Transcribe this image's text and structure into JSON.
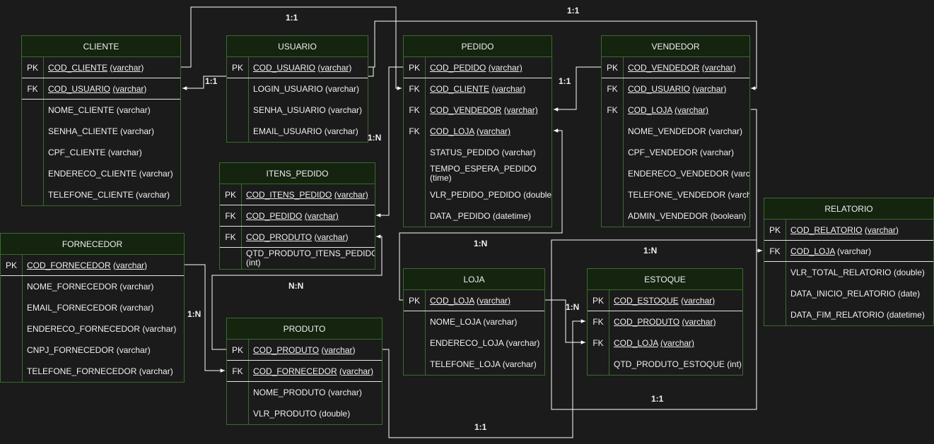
{
  "tables": {
    "cliente": {
      "title": "CLIENTE",
      "rows": [
        {
          "key": "PK",
          "name": "COD_CLIENTE",
          "type": "(varchar)",
          "pk": true
        },
        {
          "key": "FK",
          "name": "COD_USUARIO",
          "type": "(varchar)",
          "pk": true
        },
        {
          "key": "",
          "name": "NOME_CLIENTE",
          "type": "(varchar)"
        },
        {
          "key": "",
          "name": "SENHA_CLIENTE",
          "type": "(varchar)"
        },
        {
          "key": "",
          "name": "CPF_CLIENTE",
          "type": "(varchar)"
        },
        {
          "key": "",
          "name": "ENDERECO_CLIENTE",
          "type": "(varchar)"
        },
        {
          "key": "",
          "name": "TELEFONE_CLIENTE",
          "type": "(varchar)"
        }
      ]
    },
    "usuario": {
      "title": "USUARIO",
      "rows": [
        {
          "key": "PK",
          "name": "COD_USUARIO",
          "type": "(varchar)",
          "pk": true
        },
        {
          "key": "",
          "name": "LOGIN_USUARIO",
          "type": "(varchar)"
        },
        {
          "key": "",
          "name": "SENHA_USUARIO",
          "type": "(varchar)"
        },
        {
          "key": "",
          "name": "EMAIL_USUARIO",
          "type": "(varchar)"
        }
      ]
    },
    "pedido": {
      "title": "PEDIDO",
      "rows": [
        {
          "key": "PK",
          "name": "COD_PEDIDO",
          "type": "(varchar)",
          "pk": true
        },
        {
          "key": "FK",
          "name": "COD_CLIENTE",
          "type": "(varchar)",
          "pk": true
        },
        {
          "key": "FK",
          "name": "COD_VENDEDOR",
          "type": "(varchar)",
          "pk": true
        },
        {
          "key": "FK",
          "name": "COD_LOJA",
          "type": "(varchar)",
          "pk": true
        },
        {
          "key": "",
          "name": "STATUS_PEDIDO",
          "type": "(varchar)"
        },
        {
          "key": "",
          "name": "TEMPO_ESPERA_PEDIDO",
          "type": "(time)"
        },
        {
          "key": "",
          "name": "VLR_PEDIDO_PEDIDO",
          "type": "(double)"
        },
        {
          "key": "",
          "name": "DATA _PEDIDO",
          "type": "(datetime)"
        }
      ]
    },
    "vendedor": {
      "title": "VENDEDOR",
      "rows": [
        {
          "key": "PK",
          "name": "COD_VENDEDOR",
          "type": "(varchar)",
          "pk": true
        },
        {
          "key": "FK",
          "name": "COD_USUARIO",
          "type": "(varchar)",
          "pk": true
        },
        {
          "key": "FK",
          "name": "COD_LOJA",
          "type": "(varchar)",
          "pk": true
        },
        {
          "key": "",
          "name": "NOME_VENDEDOR",
          "type": "(varchar)"
        },
        {
          "key": "",
          "name": "CPF_VENDEDOR",
          "type": "(varchar)"
        },
        {
          "key": "",
          "name": "ENDERECO_VENDEDOR",
          "type": "(varchar)"
        },
        {
          "key": "",
          "name": "TELEFONE_VENDEDOR",
          "type": "(varchar)"
        },
        {
          "key": "",
          "name": "ADMIN_VENDEDOR",
          "type": "(boolean)"
        }
      ]
    },
    "itens_pedido": {
      "title": "ITENS_PEDIDO",
      "rows": [
        {
          "key": "PK",
          "name": "COD_ITENS_PEDIDO",
          "type": "(varchar)",
          "pk": true
        },
        {
          "key": "FK",
          "name": "COD_PEDIDO",
          "type": "(varchar)",
          "pk": true
        },
        {
          "key": "FK",
          "name": "COD_PRODUTO",
          "type": "(varchar)",
          "pk": true
        },
        {
          "key": "",
          "name": "QTD_PRODUTO_ITENS_PEDIDO",
          "type": "(int)"
        }
      ]
    },
    "relatorio": {
      "title": "RELATORIO",
      "rows": [
        {
          "key": "PK",
          "name": "COD_RELATORIO",
          "type": "(varchar)",
          "pk": true
        },
        {
          "key": "FK",
          "name": "COD_LOJA",
          "type": "(varchar)",
          "pk": true,
          "type_plain": true
        },
        {
          "key": "",
          "name": "VLR_TOTAL_RELATORIO",
          "type": "(double)"
        },
        {
          "key": "",
          "name": "DATA_INICIO_RELATORIO",
          "type": "(date)"
        },
        {
          "key": "",
          "name": "DATA_FIM_RELATORIO",
          "type": "(datetime)"
        }
      ]
    },
    "fornecedor": {
      "title": "FORNECEDOR",
      "rows": [
        {
          "key": "PK",
          "name": "COD_FORNECEDOR",
          "type": "(varchar)",
          "pk": true
        },
        {
          "key": "",
          "name": "NOME_FORNECEDOR",
          "type": "(varchar)"
        },
        {
          "key": "",
          "name": "EMAIL_FORNECEDOR",
          "type": "(varchar)"
        },
        {
          "key": "",
          "name": "ENDERECO_FORNECEDOR",
          "type": "(varchar)"
        },
        {
          "key": "",
          "name": "CNPJ_FORNECEDOR",
          "type": "(varchar)"
        },
        {
          "key": "",
          "name": "TELEFONE_FORNECEDOR",
          "type": "(varchar)"
        }
      ]
    },
    "loja": {
      "title": "LOJA",
      "rows": [
        {
          "key": "PK",
          "name": "COD_LOJA",
          "type": "(varchar)",
          "pk": true
        },
        {
          "key": "",
          "name": "NOME_LOJA",
          "type": "(varchar)"
        },
        {
          "key": "",
          "name": "ENDERECO_LOJA",
          "type": "(varchar)"
        },
        {
          "key": "",
          "name": "TELEFONE_LOJA",
          "type": "(varchar)"
        }
      ]
    },
    "estoque": {
      "title": "ESTOQUE",
      "rows": [
        {
          "key": "PK",
          "name": "COD_ESTOQUE",
          "type": "(varchar)",
          "pk": true
        },
        {
          "key": "FK",
          "name": "COD_PRODUTO",
          "type": "(varchar)",
          "pk": true
        },
        {
          "key": "FK",
          "name": "COD_LOJA",
          "type": "(varchar)",
          "pk": true
        },
        {
          "key": "",
          "name": "QTD_PRODUTO_ESTOQUE",
          "type": "(int)"
        }
      ]
    },
    "produto": {
      "title": "PRODUTO",
      "rows": [
        {
          "key": "PK",
          "name": "COD_PRODUTO",
          "type": "(varchar)",
          "pk": true
        },
        {
          "key": "FK",
          "name": "COD_FORNECEDOR",
          "type": "(varchar)",
          "pk": true
        },
        {
          "key": "",
          "name": "NOME_PRODUTO",
          "type": "(varchar)"
        },
        {
          "key": "",
          "name": "VLR_PRODUTO",
          "type": "(double)"
        }
      ]
    }
  },
  "relations": [
    {
      "id": "cliente-usuario",
      "label": "1:1"
    },
    {
      "id": "usuario-pedido",
      "label": "1:1"
    },
    {
      "id": "usuario-vendedor",
      "label": "1:1"
    },
    {
      "id": "vendedor-pedido",
      "label": "1:1"
    },
    {
      "id": "usuario-itens",
      "label": "1:N"
    },
    {
      "id": "loja-pedido",
      "label": "1:N"
    },
    {
      "id": "loja-relatorio",
      "label": "1:N"
    },
    {
      "id": "itens-produto",
      "label": "N:N"
    },
    {
      "id": "fornecedor-produto",
      "label": "1:N"
    },
    {
      "id": "loja-estoque",
      "label": "1:N"
    },
    {
      "id": "vendedor-loja",
      "label": "1:1"
    },
    {
      "id": "produto-estoque",
      "label": "1:1"
    }
  ],
  "colors": {
    "background": "#1b1b1b",
    "table_border": "#3a6b2e",
    "table_header": "#14240f",
    "line": "#ffffff"
  }
}
